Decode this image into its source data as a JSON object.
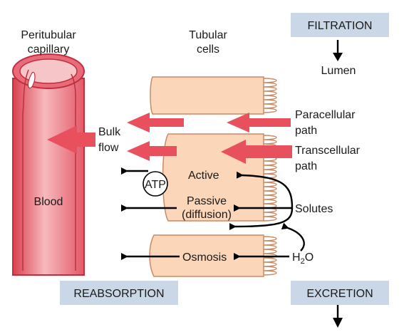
{
  "labels": {
    "peritubular_line1": "Peritubular",
    "peritubular_line2": "capillary",
    "tubular_line1": "Tubular",
    "tubular_line2": "cells",
    "blood": "Blood",
    "lumen": "Lumen",
    "bulk_line1": "Bulk",
    "bulk_line2": "flow",
    "paracellular_line1": "Paracellular",
    "paracellular_line2": "path",
    "transcellular_line1": "Transcellular",
    "transcellular_line2": "path",
    "atp": "ATP",
    "active": "Active",
    "passive_line1": "Passive",
    "passive_line2": "(diffusion)",
    "solutes": "Solutes",
    "osmosis": "Osmosis",
    "h2o_main": "H",
    "h2o_sub": "2",
    "h2o_end": "O"
  },
  "boxes": {
    "filtration": "FILTRATION",
    "reabsorption": "REABSORPTION",
    "excretion": "EXCRETION"
  },
  "colors": {
    "vessel": "#e05a6a",
    "vessel_light": "#f4b8bc",
    "cell_fill": "#fbd6b8",
    "cell_stroke": "#c98a66",
    "arrow_red": "#e8505e",
    "box_fill": "#c9d7e6"
  }
}
